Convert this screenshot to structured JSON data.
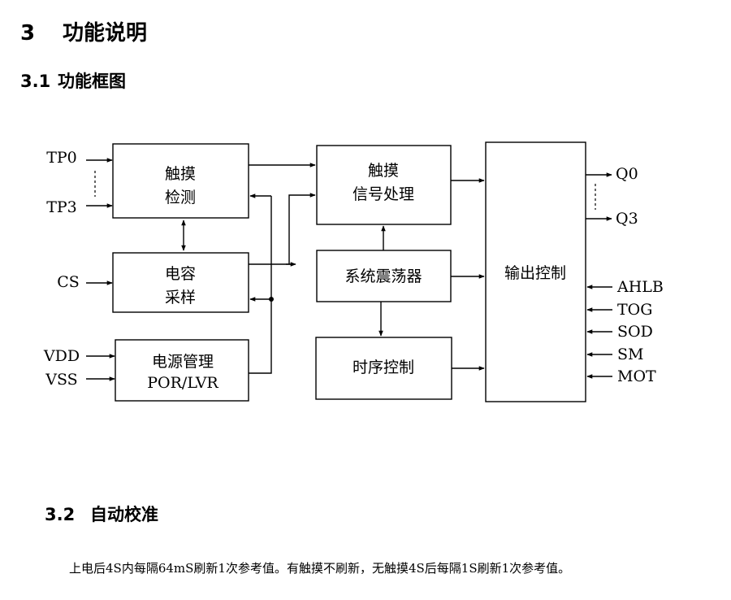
{
  "section3": {
    "number": "3",
    "title": "功能说明"
  },
  "section3_1": {
    "number": "3.1",
    "title": "功能框图"
  },
  "section3_2": {
    "number": "3.2",
    "title": "自动校准"
  },
  "paragraph": "上电后4S内每隔64mS刷新1次参考值。有触摸不刷新，无触摸4S后每隔1S刷新1次参考值。",
  "diagram": {
    "blocks": {
      "touch_detect": [
        "触摸",
        "检测"
      ],
      "cap_sample": [
        "电容",
        "采样"
      ],
      "power_mgmt": [
        "电源管理",
        "POR/LVR"
      ],
      "signal_proc": [
        "触摸",
        "信号处理"
      ],
      "oscillator": "系统震荡器",
      "timing": "时序控制",
      "output_ctrl": "输出控制"
    },
    "inputs_left": {
      "tp0": "TP0",
      "tp3": "TP3",
      "cs": "CS",
      "vdd": "VDD",
      "vss": "VSS"
    },
    "outputs_right": {
      "q0": "Q0",
      "q3": "Q3"
    },
    "inputs_right": [
      "AHLB",
      "TOG",
      "SOD",
      "SM",
      "MOT"
    ]
  }
}
